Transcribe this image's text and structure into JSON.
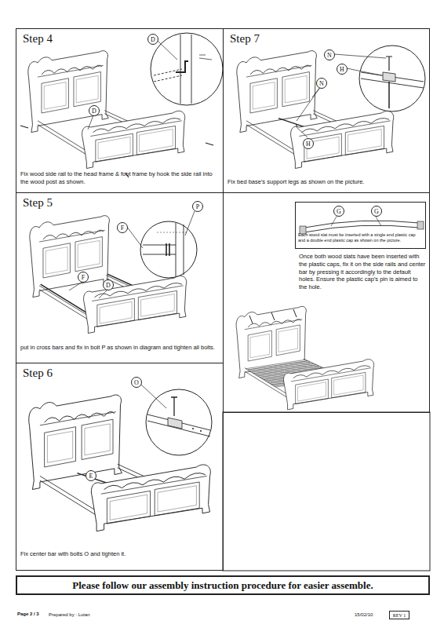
{
  "diagram": {
    "nodes": [
      {
        "text": [
          "Step 4",
          "Fix wood side rail to the head frame & foot frame by hook the side rail into the wood post as shown."
        ]
      },
      {
        "text": [
          "D"
        ],
        "in": 0
      },
      {
        "text": [
          "D"
        ],
        "in": 0
      },
      {
        "text": [
          "Step 7",
          "Fix bed base's support legs as shown on the picture."
        ]
      },
      {
        "text": [
          "N"
        ],
        "in": 3
      },
      {
        "text": [
          "H"
        ],
        "in": 3
      },
      {
        "text": [
          "N"
        ],
        "in": 3
      },
      {
        "text": [
          "H"
        ],
        "in": 3
      },
      {
        "text": [
          "Step 5",
          "put in cross bars and fix in bolt P as shown in diagram and tighten all bolts."
        ]
      },
      {
        "text": [
          "P"
        ],
        "in": 8
      },
      {
        "text": [
          "F"
        ],
        "in": 8
      },
      {
        "text": [
          "F"
        ],
        "in": 8
      },
      {
        "text": [
          "D"
        ],
        "in": 8
      },
      {
        "text": [
          "Once both wood slats have been inserted with the plastic caps, fix it on the side rails and center bar by pressing it accordingly to the default holes. Ensure the plastic cap's pin is aimed to the hole."
        ]
      },
      {
        "text": [
          "Each wood slat must be inserted with a single end plastic cap and a double end plastic cap as shown on the picture."
        ],
        "in": 13
      },
      {
        "text": [
          "G"
        ],
        "in": 14
      },
      {
        "text": [
          "G"
        ],
        "in": 14
      },
      {
        "text": [
          "Step 6",
          "Fix center bar with bolts O and tighten it."
        ]
      },
      {
        "text": [
          "O"
        ],
        "in": 17
      },
      {
        "text": [
          "E"
        ],
        "in": 17
      },
      {
        "text": [
          "Please follow our assembly instruction procedure for easier assemble."
        ]
      },
      {
        "text": [
          "REV 1"
        ]
      }
    ],
    "labels": [
      "Page 2 / 3",
      "Prepared by : Lutan",
      "15/02/10"
    ]
  }
}
